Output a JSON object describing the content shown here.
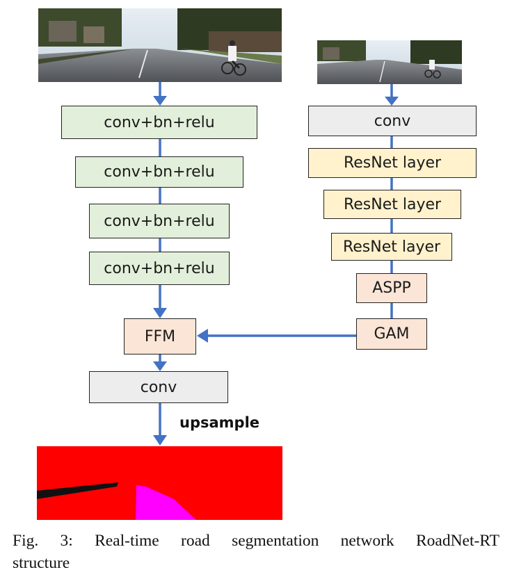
{
  "blocks": {
    "left_conv1": "conv+bn+relu",
    "left_conv2": "conv+bn+relu",
    "left_conv3": "conv+bn+relu",
    "left_conv4": "conv+bn+relu",
    "ffm": "FFM",
    "out_conv": "conv",
    "right_conv": "conv",
    "resnet1": "ResNet layer",
    "resnet2": "ResNet layer",
    "resnet3": "ResNet layer",
    "aspp": "ASPP",
    "gam": "GAM"
  },
  "edge_labels": {
    "upsample": "upsample"
  },
  "caption": {
    "line1_words": [
      "Fig.",
      "3:",
      "Real-time",
      "road",
      "segmentation",
      "network",
      "RoadNet-RT"
    ],
    "line2": "structure"
  },
  "colors": {
    "green_block": "#e2efda",
    "gray_block": "#ededed",
    "yellow_block": "#fff2cc",
    "peach_block": "#fbe5d6",
    "arrow": "#4472c4",
    "segmentation_red": "#ff0000",
    "segmentation_magenta": "#ff00ff"
  }
}
